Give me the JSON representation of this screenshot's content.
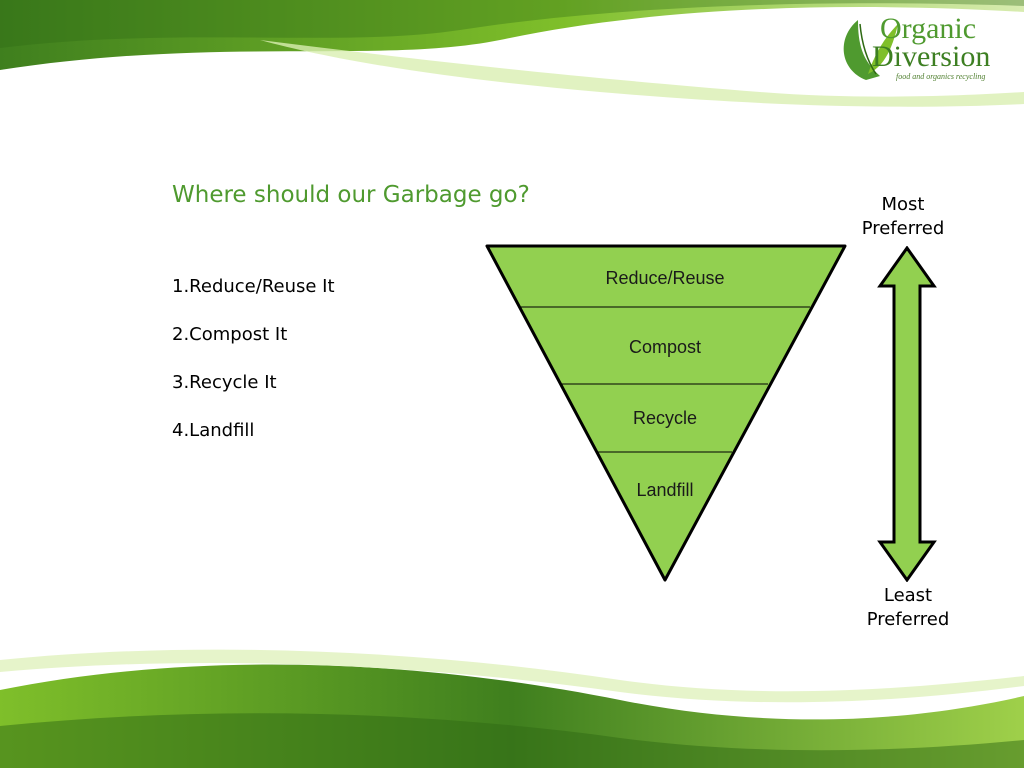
{
  "slide": {
    "title": "Where should our Garbage go?",
    "steps": [
      "1.Reduce/Reuse It",
      "2.Compost It",
      "3.Recycle It",
      "4.Landfill"
    ]
  },
  "logo": {
    "word1": "Organic",
    "word2": "Diversion",
    "tagline": "food and organics recycling"
  },
  "hierarchy": {
    "levels": [
      "Reduce/Reuse",
      "Compost",
      "Recycle",
      "Landfill"
    ],
    "top_label": "Most\nPreferred",
    "bottom_label": "Least\nPreferred"
  },
  "colors": {
    "brand_green": "#4f9a2f",
    "pyramid_fill": "#92d050",
    "arrow_fill": "#92d050"
  }
}
